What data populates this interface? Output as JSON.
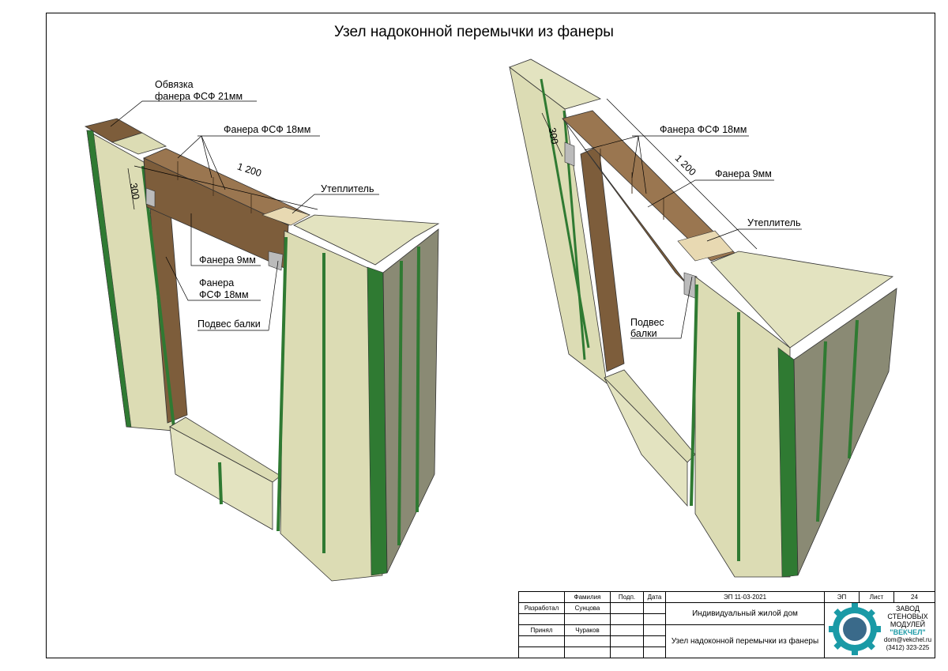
{
  "title": "Узел надоконной перемычки из фанеры",
  "left_view": {
    "labels": {
      "obvyazka_line1": "Обвязка",
      "obvyazka_line2": "фанера ФСФ 21мм",
      "fanera18": "Фанера ФСФ 18мм",
      "dim_width": "1 200",
      "dim_height": "300",
      "insulation": "Утеплитель",
      "fanera9": "Фанера 9мм",
      "fanera18b_line1": "Фанера",
      "fanera18b_line2": "ФСФ 18мм",
      "hanger": "Подвес балки"
    }
  },
  "right_view": {
    "labels": {
      "fanera18": "Фанера ФСФ 18мм",
      "dim_width": "1 200",
      "dim_height": "300",
      "fanera9": "Фанера 9мм",
      "insulation": "Утеплитель",
      "hanger_line1": "Подвес",
      "hanger_line2": "балки"
    }
  },
  "stamp": {
    "head": [
      "",
      "Фамилия",
      "Подп.",
      "Дата"
    ],
    "doc_code": "ЭП 11-03-2021",
    "stage_label": "ЭП",
    "sheet_label": "Лист",
    "sheet_number": "24",
    "rows": [
      {
        "role": "Разработал",
        "name": "Сунцова"
      },
      {
        "role": "Принял",
        "name": "Чураков"
      }
    ],
    "project": "Индивидуальный жилой дом",
    "sheet_title": "Узел надоконной перемычки из фанеры",
    "company_line1": "ЗАВОД",
    "company_line2": "СТЕНОВЫХ",
    "company_line3": "МОДУЛЕЙ",
    "company_brand": "\"ВЕКЧЕЛ\"",
    "email": "dom@vekchel.ru",
    "phone": "(3412) 323-225"
  },
  "colors": {
    "panel": "#dcdcb4",
    "panel_dark": "#b8b893",
    "osb_green": "#2f7a32",
    "plywood": "#7d5d3b",
    "plywood_light": "#9a7650",
    "insulation": "#e8d9b2",
    "brand": "#1a9aa6"
  }
}
